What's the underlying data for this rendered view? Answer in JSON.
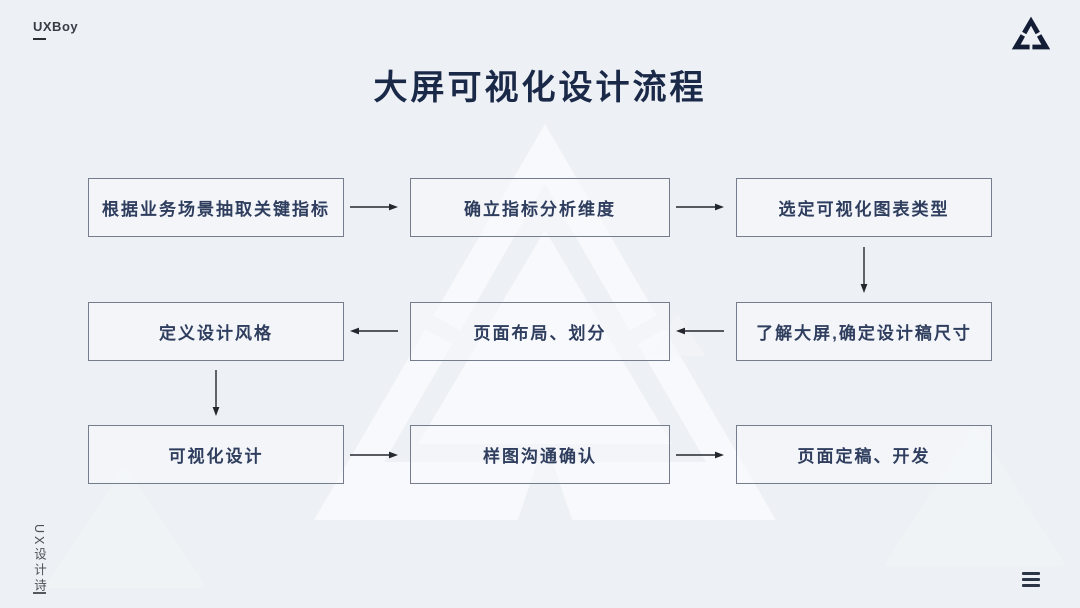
{
  "page": {
    "background_color": "#edf0f4",
    "watermark_color": "#f7f9fc",
    "accent_color": "#1b2949",
    "box_border_color": "#757d8c",
    "arrow_color": "#23282e"
  },
  "header": {
    "brand": "UXBoy",
    "title": "大屏可视化设计流程",
    "logo_icon": "triangle-logo"
  },
  "flow": {
    "steps": [
      {
        "id": 1,
        "label": "根据业务场景抽取关键指标"
      },
      {
        "id": 2,
        "label": "确立指标分析维度"
      },
      {
        "id": 3,
        "label": "选定可视化图表类型"
      },
      {
        "id": 4,
        "label": "了解大屏,确定设计稿尺寸"
      },
      {
        "id": 5,
        "label": "页面布局、划分"
      },
      {
        "id": 6,
        "label": "定义设计风格"
      },
      {
        "id": 7,
        "label": "可视化设计"
      },
      {
        "id": 8,
        "label": "样图沟通确认"
      },
      {
        "id": 9,
        "label": "页面定稿、开发"
      }
    ],
    "connections": [
      {
        "from": 1,
        "to": 2,
        "direction": "right"
      },
      {
        "from": 2,
        "to": 3,
        "direction": "right"
      },
      {
        "from": 3,
        "to": 4,
        "direction": "down"
      },
      {
        "from": 4,
        "to": 5,
        "direction": "left"
      },
      {
        "from": 5,
        "to": 6,
        "direction": "left"
      },
      {
        "from": 6,
        "to": 7,
        "direction": "down"
      },
      {
        "from": 7,
        "to": 8,
        "direction": "right"
      },
      {
        "from": 8,
        "to": 9,
        "direction": "right"
      }
    ]
  },
  "footer": {
    "vertical_brand": "UX设计诗",
    "menu_icon": "hamburger-menu"
  }
}
